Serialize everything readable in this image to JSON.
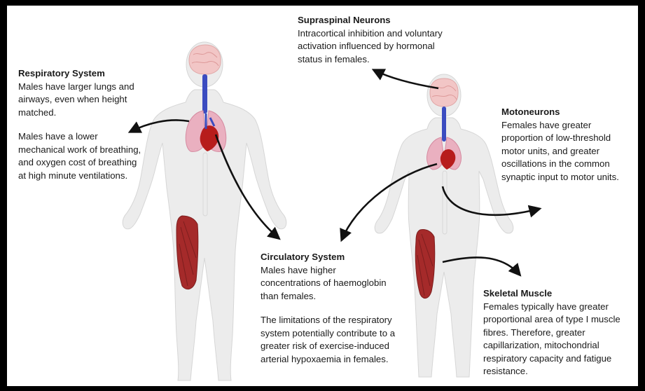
{
  "labels": {
    "respiratory": {
      "title": "Respiratory System",
      "text1": "Males have larger lungs and airways, even when height matched.",
      "text2": "Males have a lower mechanical work of breathing, and oxygen cost of breathing at high minute ventilations."
    },
    "supraspinal": {
      "title": "Supraspinal Neurons",
      "text": "Intracortical inhibition and voluntary activation influenced by hormonal status in females."
    },
    "motoneurons": {
      "title": "Motoneurons",
      "text": "Females have greater proportion of low-threshold motor units, and greater oscillations in the common synaptic input to motor units."
    },
    "circulatory": {
      "title": "Circulatory System",
      "text1": "Males have higher concentrations of haemoglobin than females.",
      "text2": "The limitations of the respiratory system potentially contribute to a greater risk of exercise-induced arterial hypoxaemia in females."
    },
    "skeletal": {
      "title": "Skeletal Muscle",
      "text": "Females typically have greater proportional area of type I muscle fibres. Therefore, greater capillarization, mitochondrial respiratory capacity and fatigue resistance."
    }
  },
  "colors": {
    "body": "#ececec",
    "brain": "#f2c6c6",
    "lungs": "#eab0c0",
    "heart": "#b71c1c",
    "vessel_blue": "#3b4cc0",
    "muscle": "#a52a2a",
    "arrow": "#111111"
  }
}
